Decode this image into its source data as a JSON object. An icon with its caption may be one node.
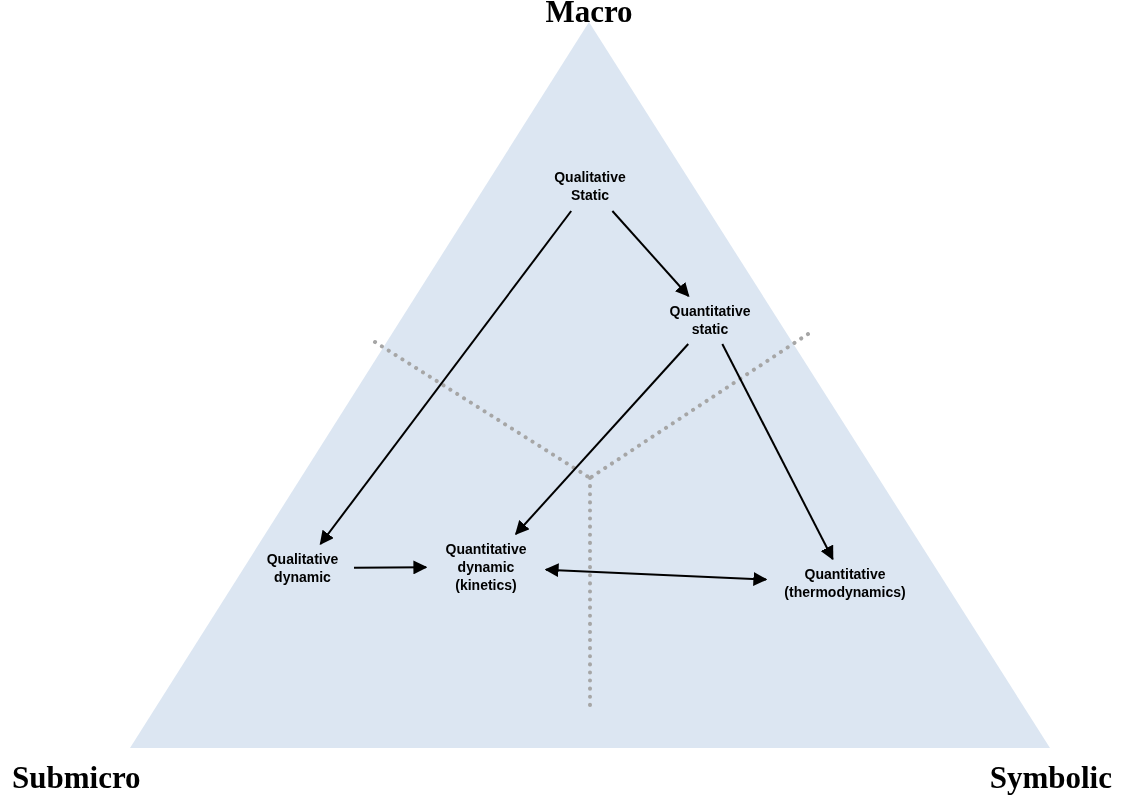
{
  "diagram": {
    "nodes": [
      {
        "text": [
          "Macro",
          "Submicro",
          "Symbolic"
        ]
      },
      {
        "text": [
          "Qualitative Static"
        ],
        "in": 0
      },
      {
        "text": [
          "Quantitative static"
        ],
        "in": 0
      },
      {
        "text": [
          "Qualitative dynamic"
        ],
        "in": 0
      },
      {
        "text": [
          "Quantitative dynamic (kinetics)"
        ],
        "in": 0
      },
      {
        "text": [
          "Quantitative (thermodynamics)"
        ],
        "in": 0
      }
    ],
    "edges": [
      {
        "from": 1,
        "to": 3,
        "arrow": "to"
      },
      {
        "from": 1,
        "to": 2,
        "arrow": "to"
      },
      {
        "from": 2,
        "to": 4,
        "arrow": "to"
      },
      {
        "from": 2,
        "to": 5,
        "arrow": "to"
      },
      {
        "from": 3,
        "to": 4,
        "arrow": "to"
      },
      {
        "from": 4,
        "to": 5,
        "arrow": "both"
      }
    ]
  }
}
